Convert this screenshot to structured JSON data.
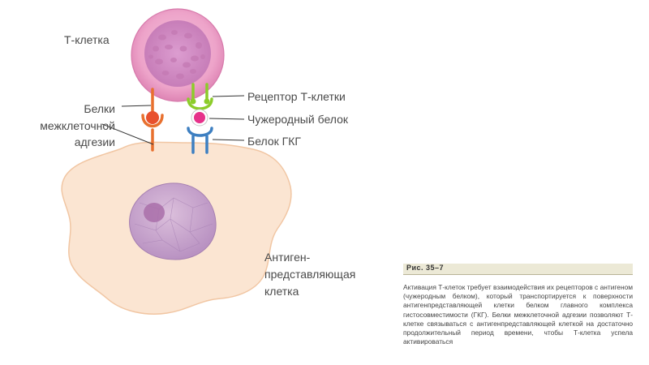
{
  "labels": {
    "t_cell": "Т-клетка",
    "adhesion": [
      "Белки",
      "межклеточной",
      "адгезии"
    ],
    "t_receptor": "Рецептор Т-клетки",
    "foreign_protein": "Чужеродный белок",
    "mhc_protein": "Белок ГКГ",
    "apc": [
      "Антиген-",
      "представляющая",
      "клетка"
    ]
  },
  "figure": {
    "tag": "Рис. 35–7",
    "caption": "Активация Т-клеток требует взаимодействия их рецепторов с антигеном (чужеродным белком), который транспортируется к поверхности антигенпредставляющей клетки белком главного комплекса гистосовместимости (ГКГ). Белки межклеточной адгезии позволяют Т-клетке связываться с антигенпредставляющей клеткой на достаточно продолжительный период времени, чтобы Т-клетка успела активироваться"
  },
  "colors": {
    "t_cell": "#e99ac4",
    "t_cell_nucleus": "#d68bc3",
    "apc": "#fbe3cf",
    "apc_nucleus": "#c9a6cf",
    "adhesion": "#e8702e",
    "t_receptor": "#8ccc2a",
    "foreign_protein": "#e6318a",
    "mhc": "#3d7fc1"
  }
}
